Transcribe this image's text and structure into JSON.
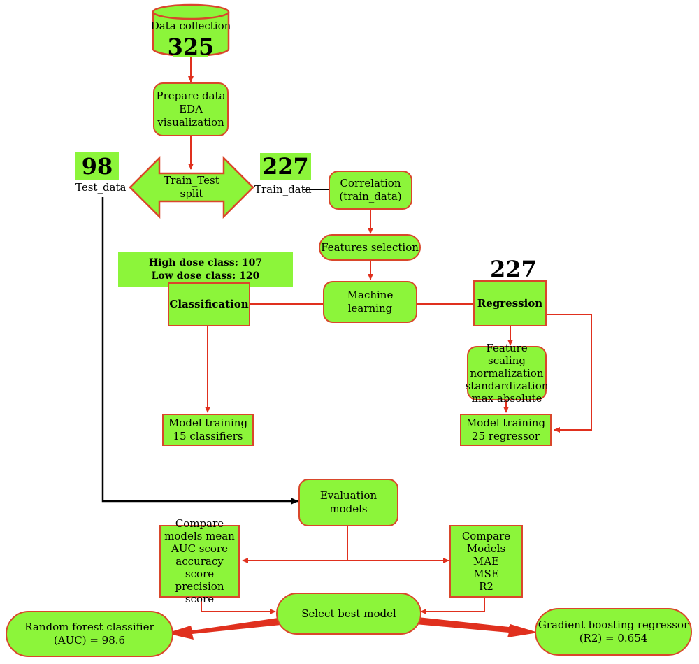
{
  "colors": {
    "fill": "#8CF53A",
    "stroke": "#D9472B",
    "flow_arrow": "#E0301E",
    "test_arrow": "#000000"
  },
  "data_collection": {
    "label": "Data collection",
    "count": "325"
  },
  "prepare": {
    "lines": [
      "Prepare data",
      "EDA",
      "visualization"
    ]
  },
  "split": {
    "lines": [
      "Train_Test",
      "split"
    ]
  },
  "test": {
    "count": "98",
    "label": "Test_data"
  },
  "train": {
    "count": "227",
    "label": "Train_data"
  },
  "correlation": {
    "lines": [
      "Correlation",
      "(train_data)"
    ]
  },
  "features": {
    "label": "Features selection"
  },
  "ml": {
    "lines": [
      "Machine",
      "learning"
    ]
  },
  "classes": {
    "lines": [
      "High dose class: 107",
      "Low dose class: 120"
    ]
  },
  "classification": {
    "label": "Classification"
  },
  "regression": {
    "label": "Regression",
    "count": "227"
  },
  "scaling": {
    "lines": [
      "Feature scaling",
      "normalization",
      "standardization",
      "max absolute"
    ]
  },
  "train_classifiers": {
    "lines": [
      "Model training",
      "15 classifiers"
    ]
  },
  "train_regressor": {
    "lines": [
      "Model training",
      "25 regressor"
    ]
  },
  "evaluation": {
    "label": "Evaluation models"
  },
  "compare_class": {
    "lines": [
      "Compare",
      "models mean",
      "AUC score",
      "accuracy score",
      "precision score"
    ]
  },
  "compare_reg": {
    "lines": [
      "Compare",
      "Models",
      "MAE",
      "MSE",
      "R2"
    ]
  },
  "select": {
    "label": "Select best model"
  },
  "rf": {
    "lines": [
      "Random forest classifier",
      "(AUC) = 98.6"
    ]
  },
  "gb": {
    "lines": [
      "Gradient boosting regressor",
      "(R2) = 0.654"
    ]
  }
}
